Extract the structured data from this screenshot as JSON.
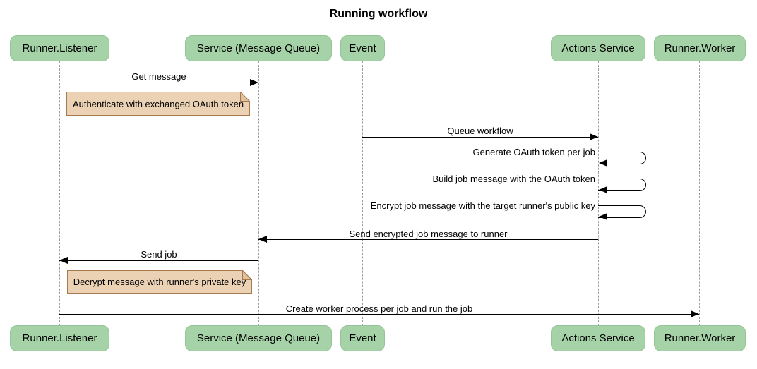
{
  "title": "Running workflow",
  "colors": {
    "actor_fill": "#a5d3a7",
    "actor_border": "#93c595",
    "note_fill": "#ebd2b4",
    "note_border": "#a8784e",
    "note_fold": "#dfc39e",
    "lifeline": "#9b9b9b",
    "arrow": "#000000",
    "text": "#000000",
    "background": "#ffffff"
  },
  "actors": [
    {
      "id": "runner-listener",
      "label": "Runner.Listener"
    },
    {
      "id": "service-message-queue",
      "label": "Service (Message Queue)"
    },
    {
      "id": "event",
      "label": "Event"
    },
    {
      "id": "actions-service",
      "label": "Actions Service"
    },
    {
      "id": "runner-worker",
      "label": "Runner.Worker"
    }
  ],
  "messages": [
    {
      "label": "Get message",
      "from": "Runner.Listener",
      "to": "Service (Message Queue)",
      "kind": "solid-right"
    },
    {
      "label": "Queue workflow",
      "from": "Event",
      "to": "Actions Service",
      "kind": "solid-right"
    },
    {
      "label": "Generate OAuth token per job",
      "from": "Actions Service",
      "to": "Actions Service",
      "kind": "self"
    },
    {
      "label": "Build job message with the OAuth token",
      "from": "Actions Service",
      "to": "Actions Service",
      "kind": "self"
    },
    {
      "label": "Encrypt job message with the target runner's public key",
      "from": "Actions Service",
      "to": "Actions Service",
      "kind": "self"
    },
    {
      "label": "Send encrypted job message to runner",
      "from": "Actions Service",
      "to": "Service (Message Queue)",
      "kind": "solid-left"
    },
    {
      "label": "Send job",
      "from": "Service (Message Queue)",
      "to": "Runner.Listener",
      "kind": "solid-left"
    },
    {
      "label": "Create worker process per job and run the job",
      "from": "Runner.Listener",
      "to": "Runner.Worker",
      "kind": "solid-right"
    }
  ],
  "notes": [
    {
      "label": "Authenticate with exchanged OAuth token",
      "over": "Runner.Listener"
    },
    {
      "label": "Decrypt message with runner's private key",
      "over": "Runner.Listener"
    }
  ]
}
